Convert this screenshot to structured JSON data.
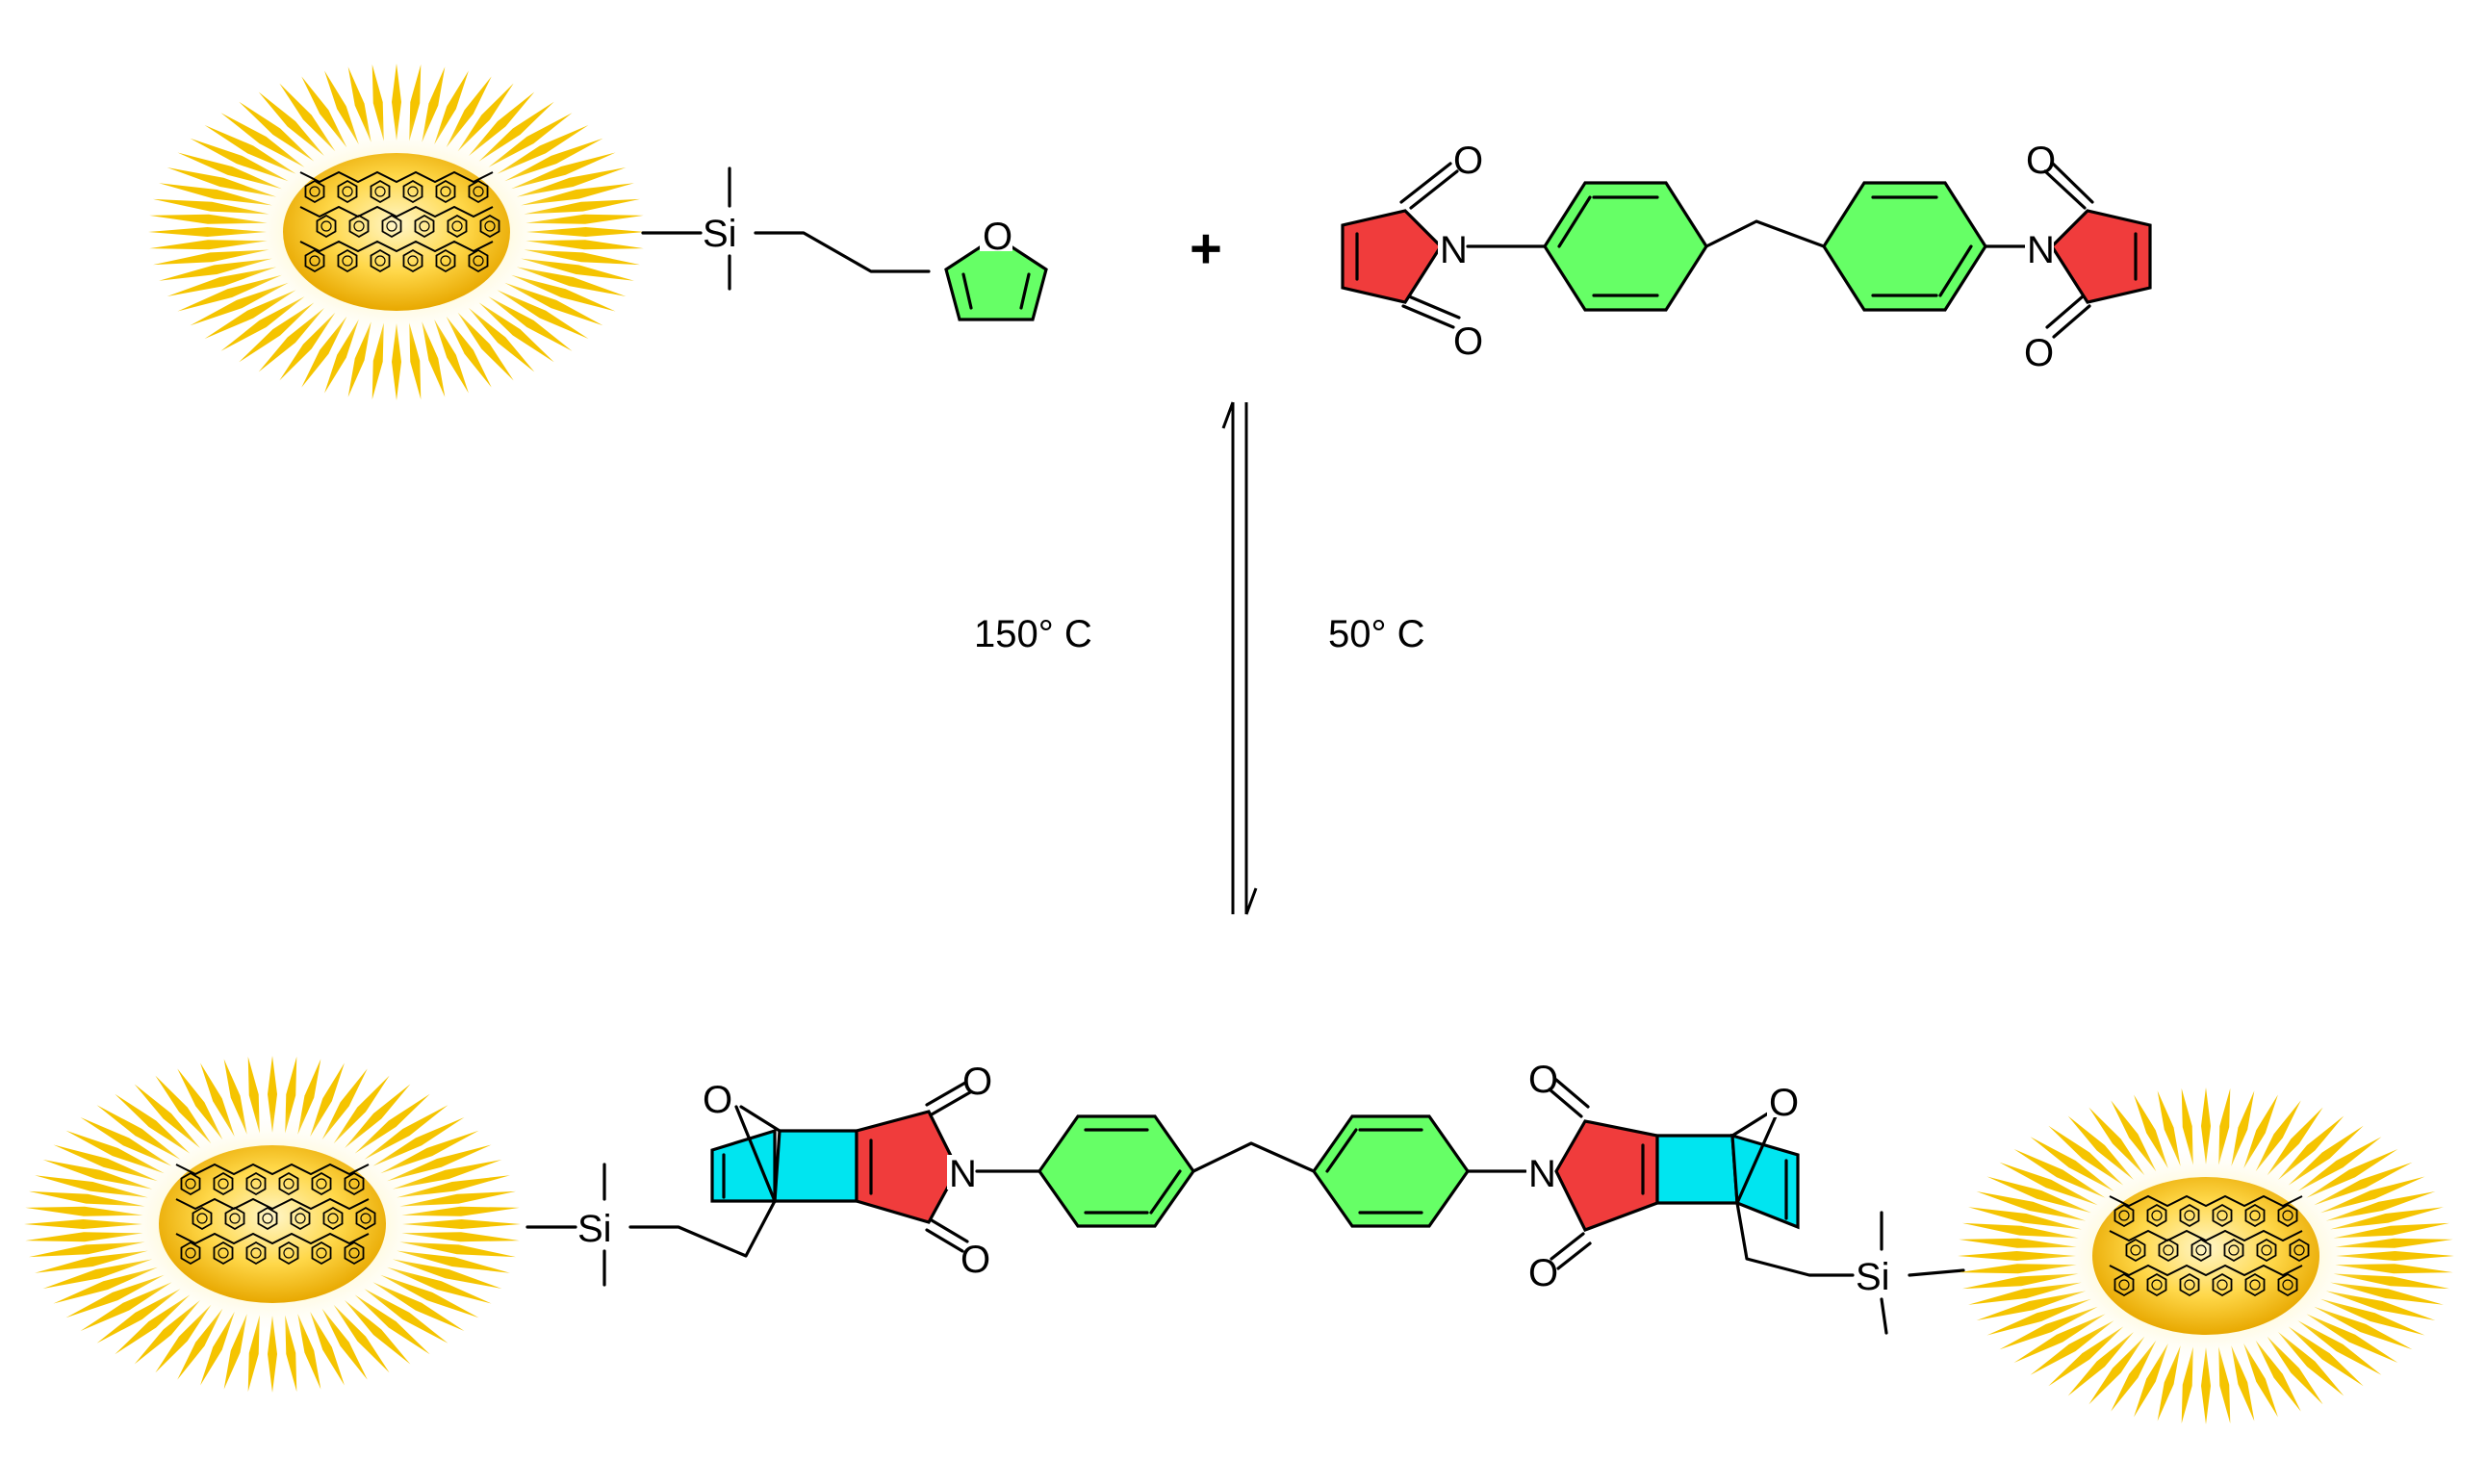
{
  "reaction": {
    "plus_sign": "+",
    "forward_condition": "50° C",
    "reverse_condition": "150° C"
  },
  "atoms": {
    "silicon": "Si",
    "nitrogen": "N",
    "oxygen": "O"
  },
  "colors": {
    "nanoparticle_glow": "#f5c400",
    "nanoparticle_core": "#ffdd55",
    "aromatic_ring_fill": "#66ff66",
    "imide_ring_fill": "#f03c3c",
    "adduct_ring_fill": "#00e5f0",
    "bond_color": "#000000"
  }
}
